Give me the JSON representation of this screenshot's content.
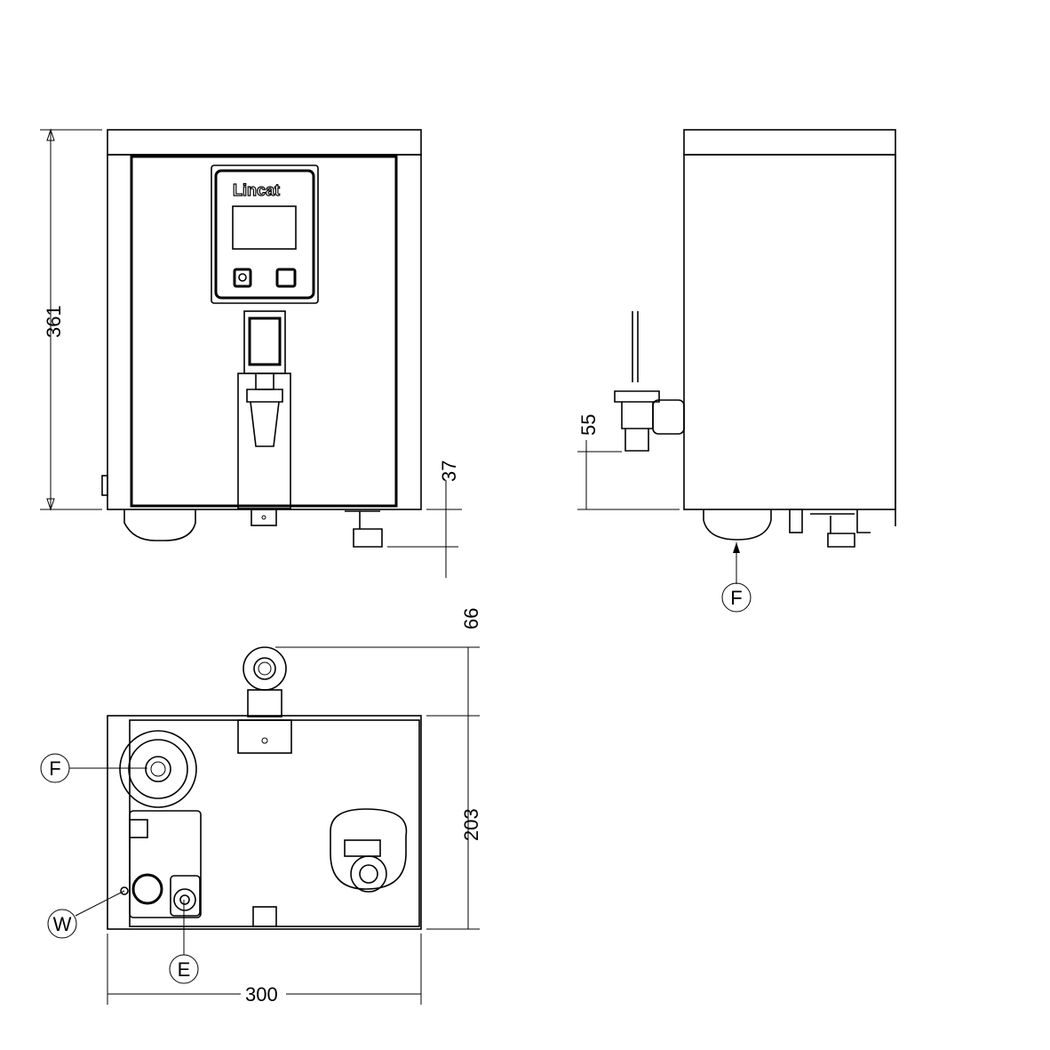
{
  "brand_logo": "Lincat",
  "dimensions": {
    "height_total": "361",
    "tap_drop": "37",
    "tap_height_side": "55",
    "tap_protrusion": "66",
    "depth": "203",
    "width": "300"
  },
  "callouts": {
    "side_outlet": "F",
    "top_outlet": "F",
    "water_inlet": "W",
    "electrical": "E"
  },
  "colors": {
    "line": "#000000",
    "background": "#ffffff"
  }
}
